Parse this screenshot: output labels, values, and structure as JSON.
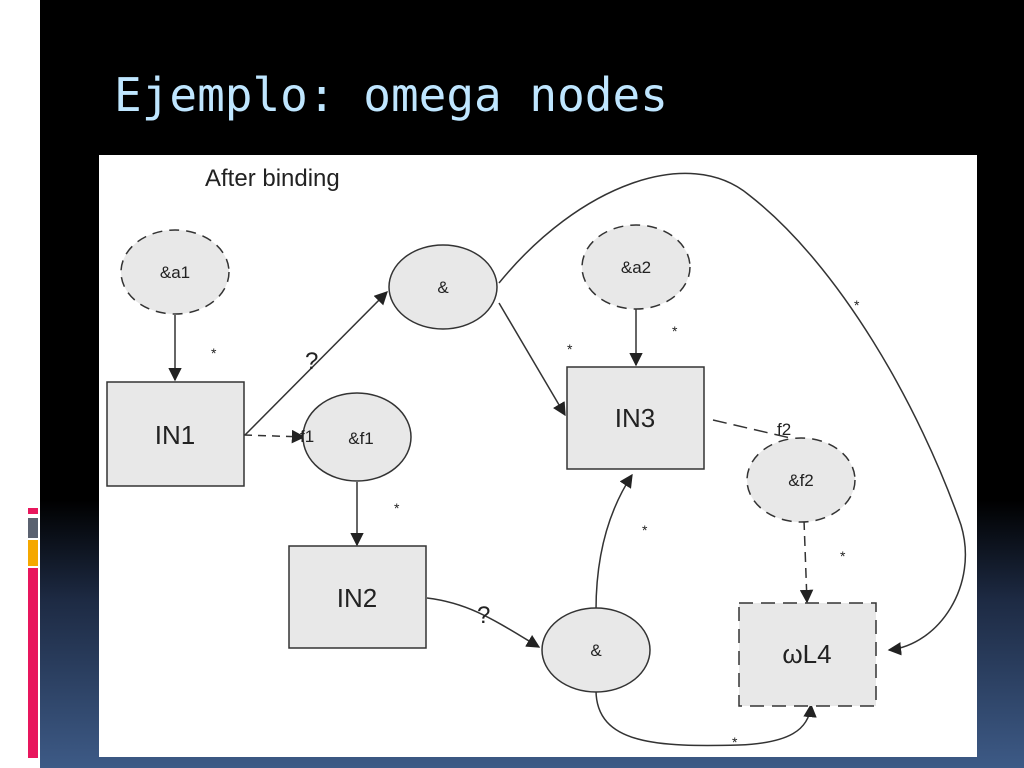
{
  "slide": {
    "title": "Ejemplo: omega nodes"
  },
  "diagram": {
    "caption": "After binding",
    "nodes": {
      "a1": "&a1",
      "and_top": "&",
      "a2": "&a2",
      "in1": "IN1",
      "f1": "&f1",
      "in3": "IN3",
      "f2": "&f2",
      "in2": "IN2",
      "and_bottom": "&",
      "wl4": "ωL4"
    },
    "edge_labels": {
      "q1": "?",
      "q2": "?",
      "f1_tag": "f1",
      "f2_tag": "f2",
      "star": "*"
    }
  },
  "colors": {
    "title": "#bfe6ff",
    "node_fill": "#e8e8e8",
    "stroke": "#333333",
    "accent_pink": "#e8175d",
    "accent_orange": "#f5a800",
    "accent_grey": "#5b6270"
  }
}
